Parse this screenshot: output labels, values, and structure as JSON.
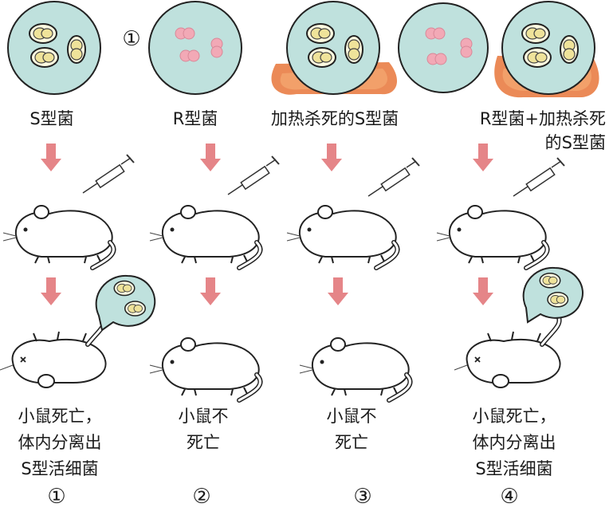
{
  "top_marker": "①",
  "columns": [
    {
      "strain": "S型菌",
      "result": "小鼠死亡，\n体内分离出\nS型活细菌",
      "number": "①",
      "heated": false,
      "mouse_died": true
    },
    {
      "strain": "R型菌",
      "result": "小鼠不\n死亡",
      "number": "②",
      "heated": false,
      "mouse_died": false
    },
    {
      "strain": "加热杀死的S型菌",
      "result": "小鼠不\n死亡",
      "number": "③",
      "heated": true,
      "mouse_died": false
    },
    {
      "strain": "R型菌+加热杀死\n的S型菌",
      "result": "小鼠死亡，\n体内分离出\nS型活细菌",
      "number": "④",
      "heated": true,
      "mouse_died": true
    }
  ],
  "colors": {
    "dish": "#bfe1dd",
    "flame": "#e8763a",
    "arrow": "#e58588",
    "r_bacteria": "#f2a9b6",
    "s_bacteria": "#efe39a"
  }
}
